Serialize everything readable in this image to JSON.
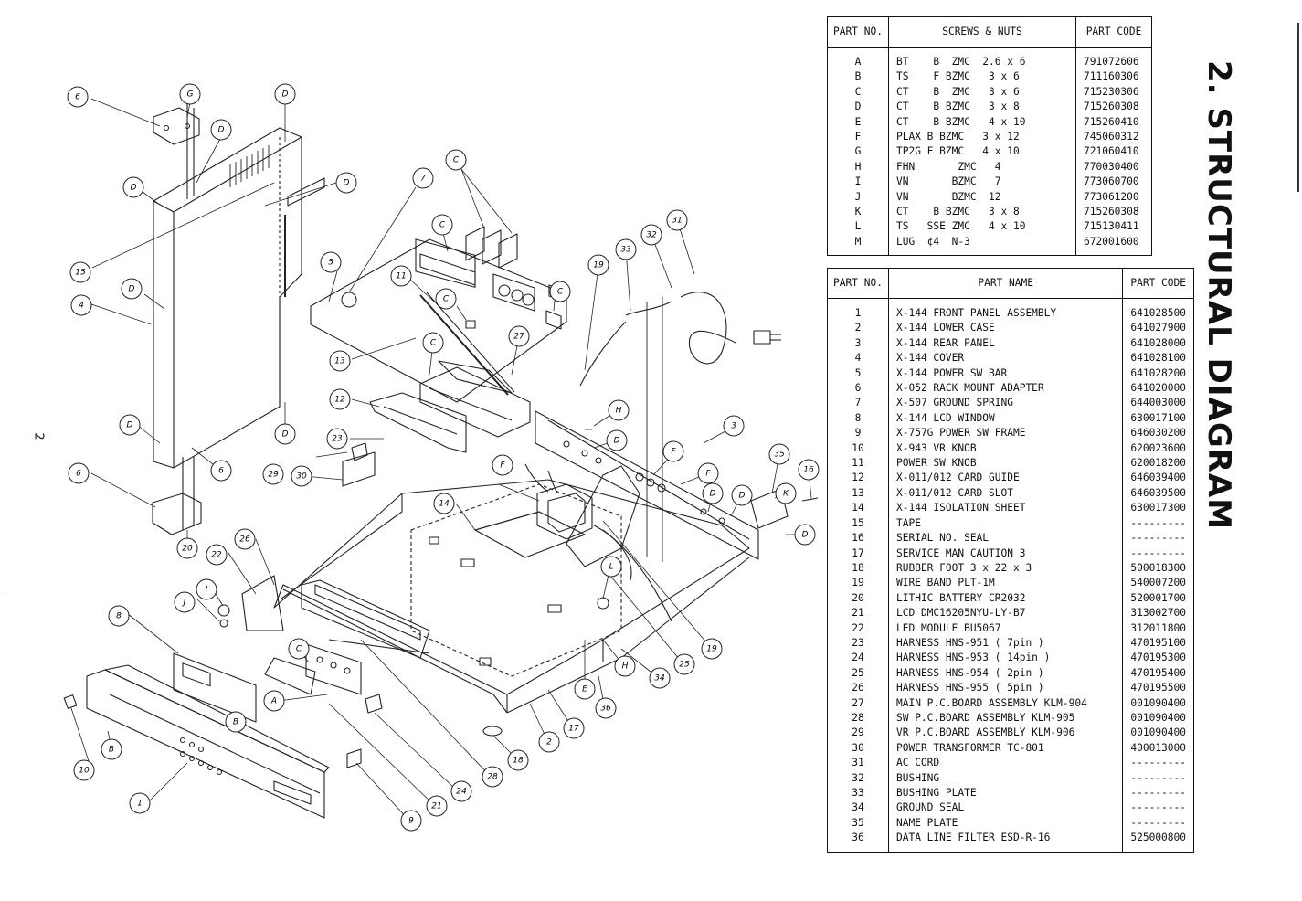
{
  "page": {
    "heading": "2. STRUCTURAL DIAGRAM",
    "page_number": "2"
  },
  "screws_table": {
    "headers": [
      "PART NO.",
      "SCREWS & NUTS",
      "PART CODE"
    ],
    "rows": [
      {
        "no": "A",
        "desc": "BT    B  ZMC  2.6 x 6",
        "code": "791072606"
      },
      {
        "no": "B",
        "desc": "TS    F BZMC   3 x 6",
        "code": "711160306"
      },
      {
        "no": "C",
        "desc": "CT    B  ZMC   3 x 6",
        "code": "715230306"
      },
      {
        "no": "D",
        "desc": "CT    B BZMC   3 x 8",
        "code": "715260308"
      },
      {
        "no": "E",
        "desc": "CT    B BZMC   4 x 10",
        "code": "715260410"
      },
      {
        "no": "F",
        "desc": "PLAX B BZMC   3 x 12",
        "code": "745060312"
      },
      {
        "no": "G",
        "desc": "TP2G F BZMC   4 x 10",
        "code": "721060410"
      },
      {
        "no": "H",
        "desc": "FHN       ZMC   4",
        "code": "770030400"
      },
      {
        "no": "I",
        "desc": "VN       BZMC   7",
        "code": "773060700"
      },
      {
        "no": "J",
        "desc": "VN       BZMC  12",
        "code": "773061200"
      },
      {
        "no": "K",
        "desc": "CT    B BZMC   3 x 8",
        "code": "715260308"
      },
      {
        "no": "L",
        "desc": "TS   SSE ZMC   4 x 10",
        "code": "715130411"
      },
      {
        "no": "M",
        "desc": "LUG  ¢4  N-3",
        "code": "672001600"
      }
    ]
  },
  "parts_table": {
    "headers": [
      "PART NO.",
      "PART NAME",
      "PART CODE"
    ],
    "rows": [
      {
        "no": "1",
        "name": "X-144 FRONT PANEL ASSEMBLY",
        "code": "641028500"
      },
      {
        "no": "2",
        "name": "X-144 LOWER CASE",
        "code": "641027900"
      },
      {
        "no": "3",
        "name": "X-144 REAR PANEL",
        "code": "641028000"
      },
      {
        "no": "4",
        "name": "X-144 COVER",
        "code": "641028100"
      },
      {
        "no": "5",
        "name": "X-144 POWER SW BAR",
        "code": "641028200"
      },
      {
        "no": "6",
        "name": "X-052 RACK MOUNT ADAPTER",
        "code": "641020000"
      },
      {
        "no": "7",
        "name": "X-507 GROUND SPRING",
        "code": "644003000"
      },
      {
        "no": "8",
        "name": "X-144 LCD WINDOW",
        "code": "630017100"
      },
      {
        "no": "9",
        "name": "X-757G POWER SW FRAME",
        "code": "646030200"
      },
      {
        "no": "10",
        "name": "X-943 VR KNOB",
        "code": "620023600"
      },
      {
        "no": "11",
        "name": "POWER SW KNOB",
        "code": "620018200"
      },
      {
        "no": "12",
        "name": "X-011/012 CARD GUIDE",
        "code": "646039400"
      },
      {
        "no": "13",
        "name": "X-011/012 CARD SLOT",
        "code": "646039500"
      },
      {
        "no": "14",
        "name": "X-144 ISOLATION SHEET",
        "code": "630017300"
      },
      {
        "no": "15",
        "name": "TAPE",
        "code": "---------"
      },
      {
        "no": "16",
        "name": "SERIAL NO. SEAL",
        "code": "---------"
      },
      {
        "no": "17",
        "name": "SERVICE MAN CAUTION 3",
        "code": "---------"
      },
      {
        "no": "18",
        "name": "RUBBER FOOT 3 x 22 x 3",
        "code": "500018300"
      },
      {
        "no": "19",
        "name": "WIRE BAND PLT-1M",
        "code": "540007200"
      },
      {
        "no": "20",
        "name": "LITHIC BATTERY CR2032",
        "code": "520001700"
      },
      {
        "no": "21",
        "name": "LCD DMC16205NYU-LY-B7",
        "code": "313002700"
      },
      {
        "no": "22",
        "name": "LED MODULE BU5067",
        "code": "312011800"
      },
      {
        "no": "23",
        "name": "HARNESS HNS-951 ( 7pin )",
        "code": "470195100"
      },
      {
        "no": "24",
        "name": "HARNESS HNS-953 ( 14pin )",
        "code": "470195300"
      },
      {
        "no": "25",
        "name": "HARNESS HNS-954 ( 2pin )",
        "code": "470195400"
      },
      {
        "no": "26",
        "name": "HARNESS HNS-955 ( 5pin )",
        "code": "470195500"
      },
      {
        "no": "27",
        "name": "MAIN P.C.BOARD ASSEMBLY KLM-904",
        "code": "001090400"
      },
      {
        "no": "28",
        "name": "SW P.C.BOARD ASSEMBLY KLM-905",
        "code": "001090400"
      },
      {
        "no": "29",
        "name": "VR P.C.BOARD ASSEMBLY KLM-906",
        "code": "001090400"
      },
      {
        "no": "30",
        "name": "POWER TRANSFORMER TC-801",
        "code": "400013000"
      },
      {
        "no": "31",
        "name": "AC CORD",
        "code": "---------"
      },
      {
        "no": "32",
        "name": "BUSHING",
        "code": "---------"
      },
      {
        "no": "33",
        "name": "BUSHING PLATE",
        "code": "---------"
      },
      {
        "no": "34",
        "name": "GROUND SEAL",
        "code": "---------"
      },
      {
        "no": "35",
        "name": "NAME PLATE",
        "code": "---------"
      },
      {
        "no": "36",
        "name": "DATA LINE FILTER ESD-R-16",
        "code": "525000800"
      }
    ]
  },
  "callouts": [
    "6",
    "G",
    "D",
    "D",
    "D",
    "D",
    "15",
    "4",
    "D",
    "D",
    "D",
    "6",
    "6",
    "20",
    "7",
    "C",
    "C",
    "5",
    "11",
    "C",
    "C",
    "27",
    "13",
    "12",
    "23",
    "F",
    "29",
    "30",
    "14",
    "22",
    "26",
    "I",
    "J",
    "8",
    "10",
    "B",
    "B",
    "1",
    "C",
    "A",
    "9",
    "21",
    "24",
    "28",
    "18",
    "2",
    "17",
    "36",
    "E",
    "34",
    "25",
    "19",
    "H",
    "H",
    "D",
    "F",
    "F",
    "D",
    "D",
    "3",
    "35",
    "K",
    "16",
    "D",
    "L",
    "19",
    "33",
    "32",
    "31",
    "C"
  ]
}
